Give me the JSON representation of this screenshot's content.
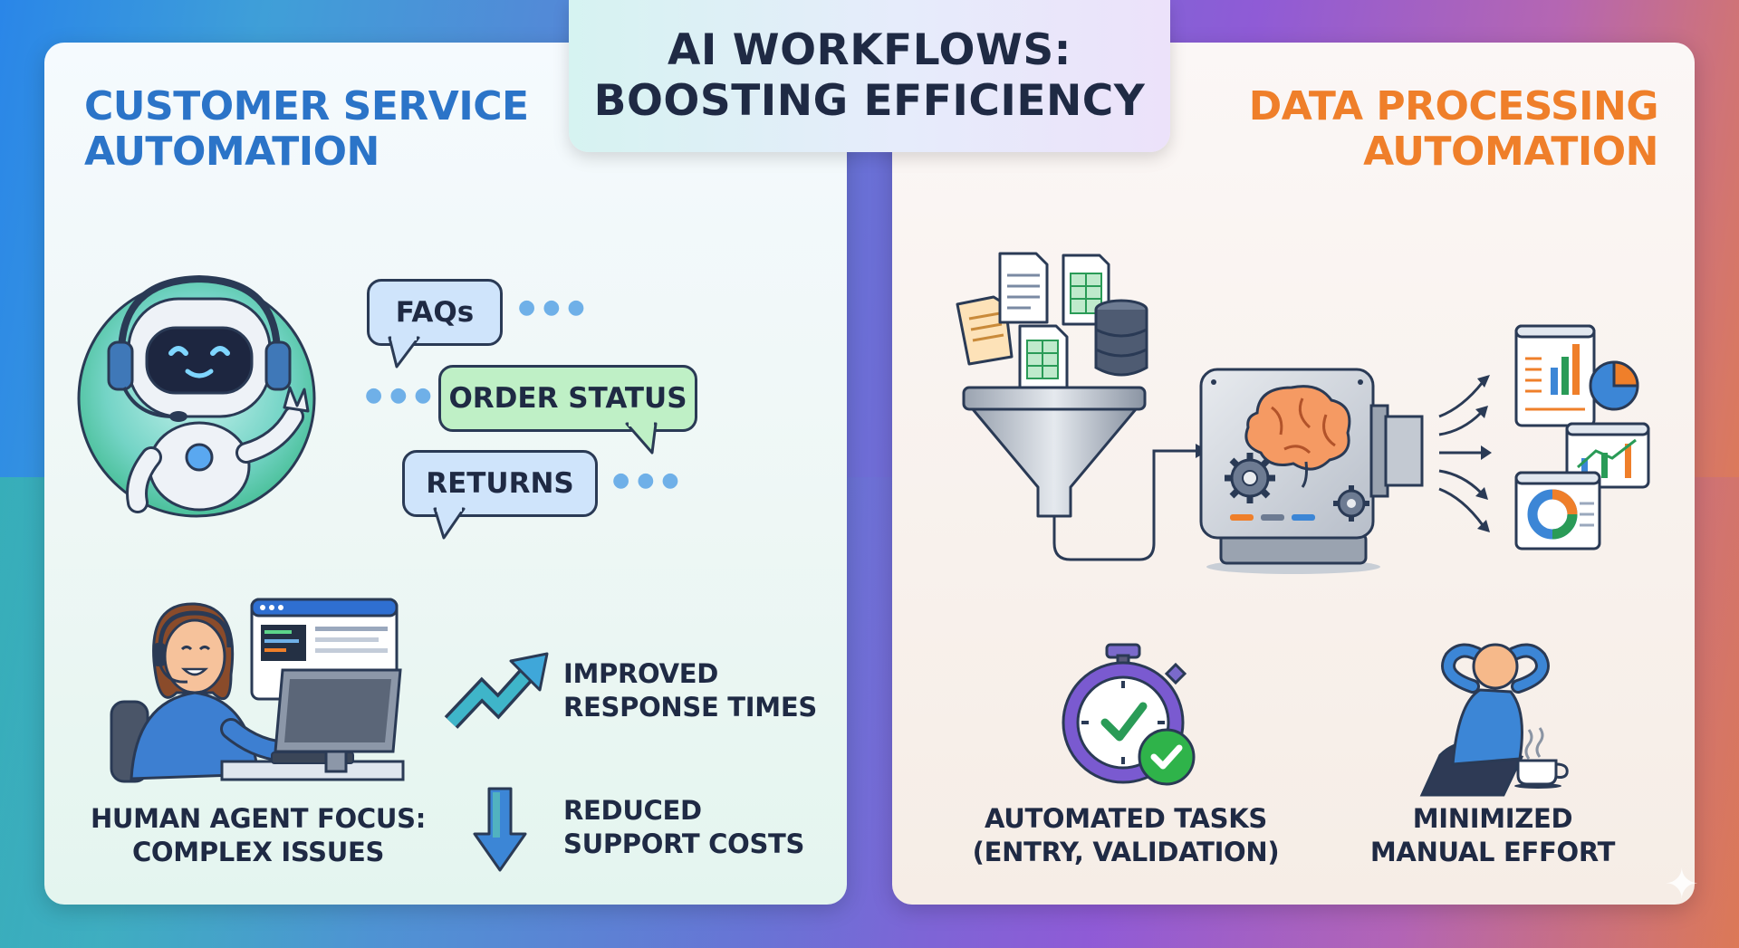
{
  "title": {
    "line1": "AI WORKFLOWS:",
    "line2": "BOOSTING EFFICIENCY"
  },
  "left": {
    "heading": {
      "line1": "CUSTOMER SERVICE",
      "line2": "AUTOMATION"
    },
    "bubbles": {
      "faqs": "FAQs",
      "order_status": "ORDER STATUS",
      "returns": "RETURNS"
    },
    "agent_caption": {
      "line1": "HUMAN AGENT FOCUS:",
      "line2": "COMPLEX ISSUES"
    },
    "benefit1": {
      "line1": "IMPROVED",
      "line2": "RESPONSE TIMES"
    },
    "benefit2": {
      "line1": "REDUCED",
      "line2": "SUPPORT COSTS"
    }
  },
  "right": {
    "heading": {
      "line1": "DATA PROCESSING",
      "line2": "AUTOMATION"
    },
    "caption1": {
      "line1": "AUTOMATED TASKS",
      "line2": "(ENTRY, VALIDATION)"
    },
    "caption2": {
      "line1": "MINIMIZED",
      "line2": "MANUAL EFFORT"
    }
  },
  "icons": [
    "robot-headset-icon",
    "chat-bubble-icon",
    "support-agent-icon",
    "computer-monitor-icon",
    "trend-up-arrow-icon",
    "down-arrow-icon",
    "document-icon",
    "spreadsheet-icon",
    "database-icon",
    "funnel-icon",
    "ai-processor-icon",
    "brain-icon",
    "gear-icon",
    "report-chart-icon",
    "stopwatch-check-icon",
    "relaxed-person-icon",
    "coffee-cup-icon",
    "sparkle-icon"
  ],
  "colors": {
    "accent_left": "#2b74c8",
    "accent_right": "#ef7f2a",
    "text_dark": "#1f2a44"
  }
}
